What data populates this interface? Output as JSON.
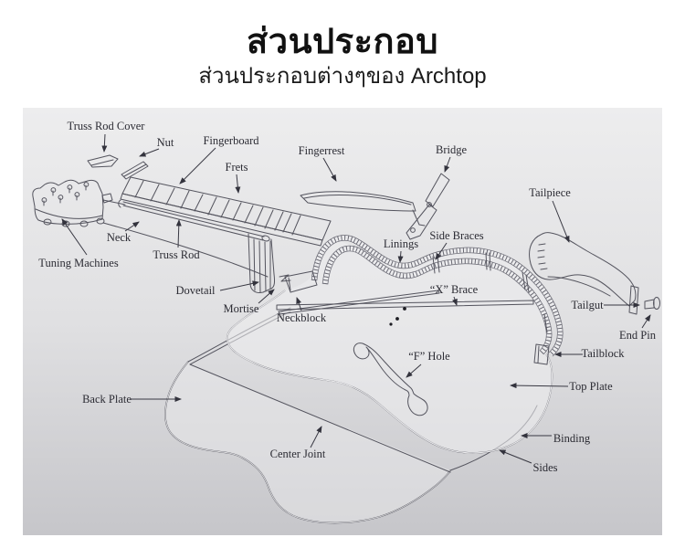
{
  "page": {
    "title": "ส่วนประกอบ",
    "subtitle": "ส่วนประกอบต่างๆของ Archtop"
  },
  "diagram": {
    "description": "Exploded parts diagram of an archtop guitar",
    "colors": {
      "ink": "#54545e",
      "label_text": "#2b2b33",
      "background_top": "#ececed",
      "background_bottom": "#c7c7ca",
      "page_background": "#ffffff"
    },
    "labels": [
      {
        "id": "truss-rod-cover",
        "text": "Truss Rod Cover"
      },
      {
        "id": "nut",
        "text": "Nut"
      },
      {
        "id": "fingerboard",
        "text": "Fingerboard"
      },
      {
        "id": "frets",
        "text": "Frets"
      },
      {
        "id": "fingerrest",
        "text": "Fingerrest"
      },
      {
        "id": "bridge",
        "text": "Bridge"
      },
      {
        "id": "tailpiece",
        "text": "Tailpiece"
      },
      {
        "id": "tuning-machines",
        "text": "Tuning Machines"
      },
      {
        "id": "neck",
        "text": "Neck"
      },
      {
        "id": "truss-rod",
        "text": "Truss Rod"
      },
      {
        "id": "dovetail",
        "text": "Dovetail"
      },
      {
        "id": "mortise",
        "text": "Mortise"
      },
      {
        "id": "neckblock",
        "text": "Neckblock"
      },
      {
        "id": "linings",
        "text": "Linings"
      },
      {
        "id": "side-braces",
        "text": "Side Braces"
      },
      {
        "id": "x-brace",
        "text": "“X” Brace"
      },
      {
        "id": "tailgut",
        "text": "Tailgut"
      },
      {
        "id": "end-pin",
        "text": "End Pin"
      },
      {
        "id": "tailblock",
        "text": "Tailblock"
      },
      {
        "id": "f-hole",
        "text": "“F” Hole"
      },
      {
        "id": "top-plate",
        "text": "Top Plate"
      },
      {
        "id": "back-plate",
        "text": "Back Plate"
      },
      {
        "id": "center-joint",
        "text": "Center Joint"
      },
      {
        "id": "binding",
        "text": "Binding"
      },
      {
        "id": "sides",
        "text": "Sides"
      }
    ]
  }
}
